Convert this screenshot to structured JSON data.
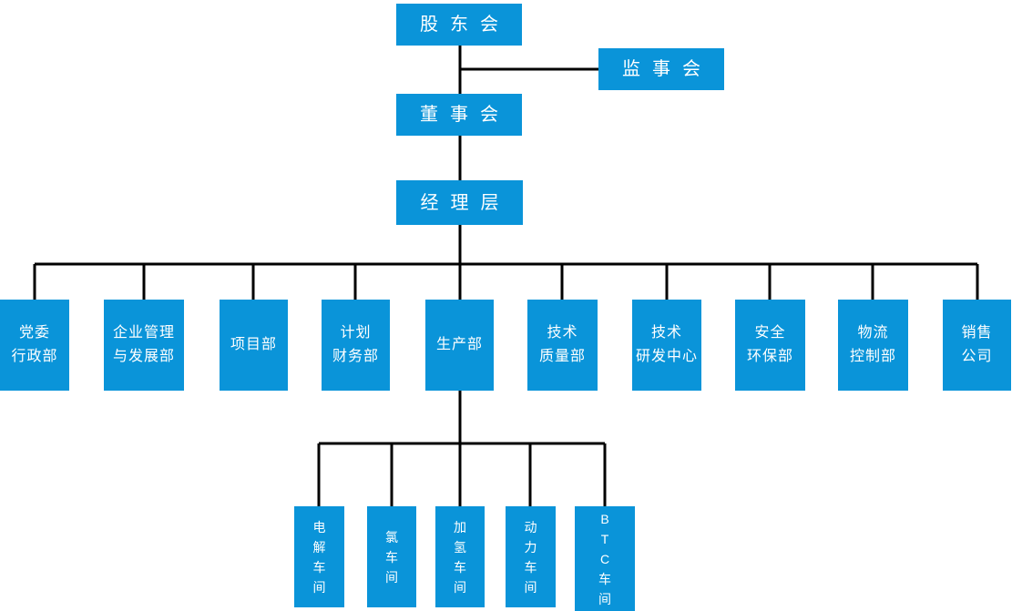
{
  "diagram_type": "org-chart",
  "colors": {
    "box": "#0a94d9",
    "line": "#000000",
    "text": "#ffffff",
    "background": "#ffffff"
  },
  "nodes": [
    {
      "id": "shareholders-meeting",
      "group": "governance",
      "label": "股东会",
      "lines": [
        "股东会"
      ]
    },
    {
      "id": "supervisory-board",
      "group": "governance",
      "label": "监事会",
      "lines": [
        "监事会"
      ]
    },
    {
      "id": "board-of-directors",
      "group": "governance",
      "label": "董事会",
      "lines": [
        "董事会"
      ]
    },
    {
      "id": "management-team",
      "group": "governance",
      "label": "经理层",
      "lines": [
        "经理层"
      ]
    },
    {
      "id": "party-admin-dept",
      "group": "department",
      "label": "党委行政部",
      "lines": [
        "党委",
        "行政部"
      ]
    },
    {
      "id": "enterprise-mgmt-dev-dept",
      "group": "department",
      "label": "企业管理与发展部",
      "lines": [
        "企业管理",
        "与发展部"
      ]
    },
    {
      "id": "project-dept",
      "group": "department",
      "label": "项目部",
      "lines": [
        "项目部"
      ]
    },
    {
      "id": "planning-finance-dept",
      "group": "department",
      "label": "计划财务部",
      "lines": [
        "计划",
        "财务部"
      ]
    },
    {
      "id": "production-dept",
      "group": "department",
      "label": "生产部",
      "lines": [
        "生产部"
      ]
    },
    {
      "id": "tech-quality-dept",
      "group": "department",
      "label": "技术质量部",
      "lines": [
        "技术",
        "质量部"
      ]
    },
    {
      "id": "tech-rd-center",
      "group": "department",
      "label": "技术研发中心",
      "lines": [
        "技术",
        "研发中心"
      ]
    },
    {
      "id": "safety-env-dept",
      "group": "department",
      "label": "安全环保部",
      "lines": [
        "安全",
        "环保部"
      ]
    },
    {
      "id": "logistics-control-dept",
      "group": "department",
      "label": "物流控制部",
      "lines": [
        "物流",
        "控制部"
      ]
    },
    {
      "id": "sales-company",
      "group": "department",
      "label": "销售公司",
      "lines": [
        "销售",
        "公司"
      ]
    },
    {
      "id": "electrolysis-workshop",
      "group": "workshop",
      "label": "电解车间",
      "lines": [
        "电",
        "解",
        "车",
        "间"
      ]
    },
    {
      "id": "chlorine-workshop",
      "group": "workshop",
      "label": "氯车间",
      "lines": [
        "氯",
        "车",
        "间"
      ]
    },
    {
      "id": "hydrogenation-workshop",
      "group": "workshop",
      "label": "加氢车间",
      "lines": [
        "加",
        "氢",
        "车",
        "间"
      ]
    },
    {
      "id": "power-workshop",
      "group": "workshop",
      "label": "动力车间",
      "lines": [
        "动",
        "力",
        "车",
        "间"
      ]
    },
    {
      "id": "btc-workshop",
      "group": "workshop",
      "label": "BTC车间",
      "lines": [
        "B",
        "T",
        "C",
        "车",
        "间"
      ]
    }
  ],
  "edges": [
    {
      "from": "shareholders-meeting",
      "to": "board-of-directors"
    },
    {
      "from": "shareholders-meeting",
      "to": "supervisory-board"
    },
    {
      "from": "board-of-directors",
      "to": "management-team"
    },
    {
      "from": "management-team",
      "to": "party-admin-dept"
    },
    {
      "from": "management-team",
      "to": "enterprise-mgmt-dev-dept"
    },
    {
      "from": "management-team",
      "to": "project-dept"
    },
    {
      "from": "management-team",
      "to": "planning-finance-dept"
    },
    {
      "from": "management-team",
      "to": "production-dept"
    },
    {
      "from": "management-team",
      "to": "tech-quality-dept"
    },
    {
      "from": "management-team",
      "to": "tech-rd-center"
    },
    {
      "from": "management-team",
      "to": "safety-env-dept"
    },
    {
      "from": "management-team",
      "to": "logistics-control-dept"
    },
    {
      "from": "management-team",
      "to": "sales-company"
    },
    {
      "from": "production-dept",
      "to": "electrolysis-workshop"
    },
    {
      "from": "production-dept",
      "to": "chlorine-workshop"
    },
    {
      "from": "production-dept",
      "to": "hydrogenation-workshop"
    },
    {
      "from": "production-dept",
      "to": "power-workshop"
    },
    {
      "from": "production-dept",
      "to": "btc-workshop"
    }
  ]
}
